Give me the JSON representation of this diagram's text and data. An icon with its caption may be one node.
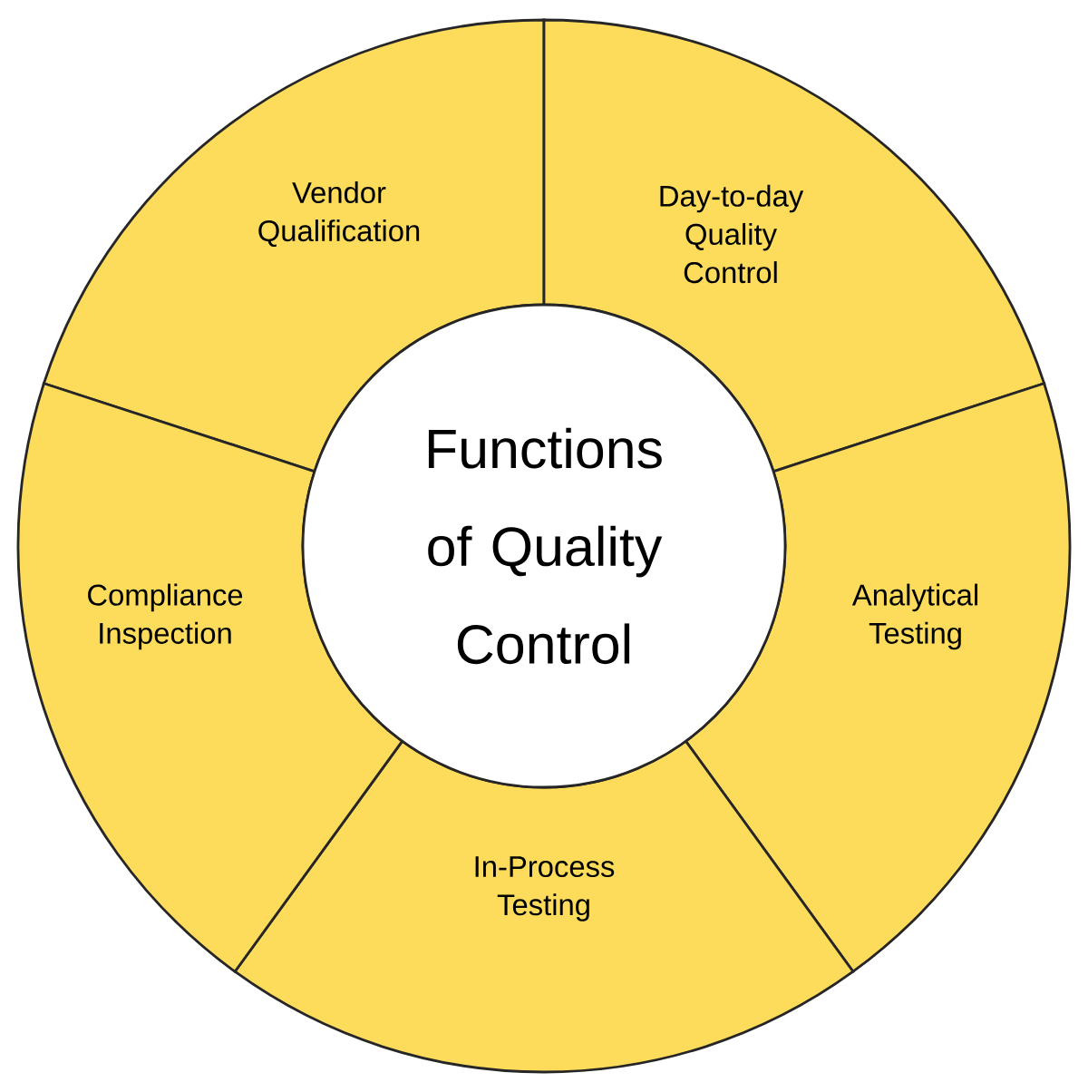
{
  "diagram": {
    "nodes": [
      {
        "text": [
          "Functions of Quality Control"
        ]
      },
      {
        "text": [
          "Vendor Qualification"
        ]
      },
      {
        "text": [
          "Day-to-day Quality Control"
        ]
      },
      {
        "text": [
          "Analytical Testing"
        ]
      },
      {
        "text": [
          "In-Process Testing"
        ]
      },
      {
        "text": [
          "Compliance Inspection"
        ]
      }
    ]
  }
}
